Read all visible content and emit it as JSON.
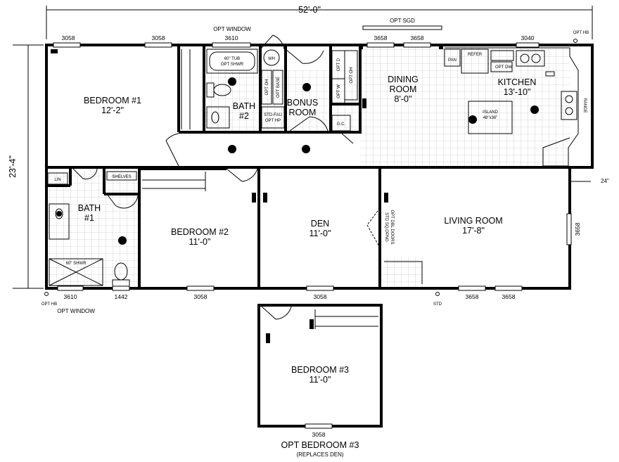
{
  "overall": {
    "width": "52'-0\"",
    "depth": "23'-4\""
  },
  "rooms": {
    "bedroom1": {
      "name": "BEDROOM #1",
      "size": "12'-2\""
    },
    "bath2": {
      "name": "BATH",
      "num": "#2"
    },
    "bonus": {
      "name": "BONUS",
      "name2": "ROOM"
    },
    "dining": {
      "name": "DINING",
      "name2": "ROOM",
      "size": "8'-0\""
    },
    "kitchen": {
      "name": "KITCHEN",
      "size": "13'-10\""
    },
    "bath1": {
      "name": "BATH",
      "num": "#1"
    },
    "bedroom2": {
      "name": "BEDROOM #2",
      "size": "11'-0\""
    },
    "den": {
      "name": "DEN",
      "size": "11'-0\""
    },
    "living": {
      "name": "LIVING ROOM",
      "size": "17'-8\""
    },
    "bedroom3": {
      "name": "BEDROOM #3",
      "size": "11'-0\""
    }
  },
  "fixtures": {
    "tub": "60\" TUB",
    "opt_shwr": "OPT SHWR",
    "wh": "WH",
    "opt_oh": "OPT OH",
    "opt_base": "OPT BASE",
    "opt_d": "OPT D",
    "opt_w": "OPT W",
    "opt_oh2": "OPT OH",
    "std_fau": "STD-FAU",
    "opt_hp": "OPT HP",
    "gc": "G.C.",
    "pan": "PAN",
    "refer": "REFER",
    "opt_dw": "OPT DW",
    "range": "RANGE",
    "island": "ISLAND",
    "island_size": "48\"x36\"",
    "lin": "LIN",
    "shelves": "SHELVES",
    "shwr": "60\" SHWR",
    "std_doors": "STD SQ.OPNG",
    "opt_doors": "OPT DBL DOORS"
  },
  "callouts": {
    "opt_window_top": "OPT WINDOW",
    "opt_sgd": "OPT SGD",
    "opt_hb_top": "OPT HB",
    "opt_hb_bottom": "OPT HB",
    "opt_window_bottom": "OPT WINDOW",
    "std": "STD",
    "offset": "24\"",
    "opt_bedroom3": "OPT BEDROOM #3",
    "replaces_den": "(REPLACES DEN)"
  },
  "windows": {
    "top_w1": "3058",
    "top_w2": "3058",
    "top_w3": "3610",
    "top_w4": "3658",
    "top_w5": "3658",
    "top_w6": "3040",
    "right_w": "3658",
    "bot_w1": "3610",
    "bot_w2": "1442",
    "bot_w3": "3058",
    "bot_w4": "3058",
    "bot_w5": "3658",
    "bot_w6": "3658",
    "bed3_w": "3058"
  }
}
